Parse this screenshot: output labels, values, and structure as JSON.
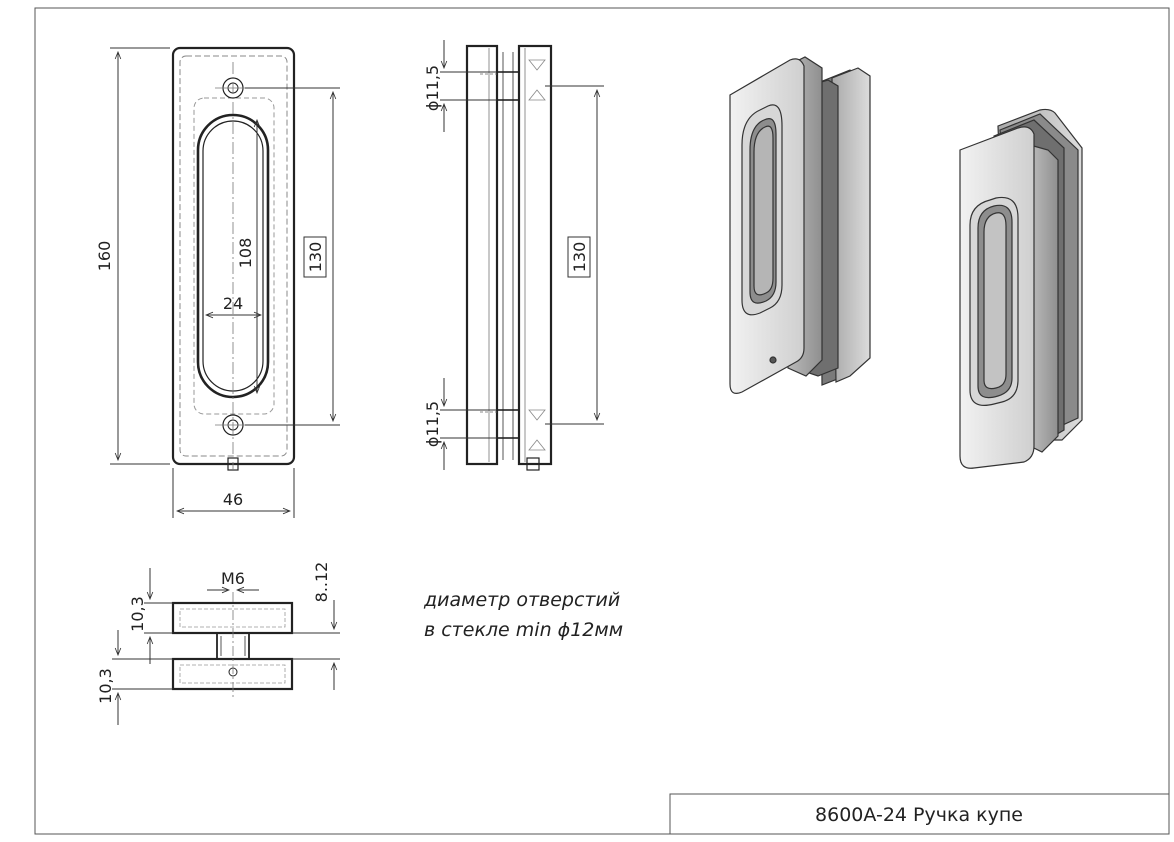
{
  "drawing": {
    "front_view": {
      "height_dim": "160",
      "width_dim": "46",
      "slot_length_dim": "108",
      "slot_width_dim": "24",
      "hole_spacing_dim": "130"
    },
    "side_view": {
      "hole_dia_top": "ϕ11,5",
      "hole_dia_bottom": "ϕ11,5",
      "hole_spacing_dim": "130"
    },
    "bottom_view": {
      "thread_label": "M6",
      "thickness_top": "10,3",
      "thickness_bottom": "10,3",
      "glass_range": "8..12"
    },
    "note": {
      "line1": "диаметр отверстий",
      "line2": "в стекле min ϕ12мм"
    },
    "title_block": {
      "title": "8600A-24 Ручка купе"
    },
    "colors": {
      "line": "#222222",
      "thin_line": "#555555",
      "gasket": "#6f6f6f",
      "metal_light": "#e6e6e6",
      "metal_mid": "#c8c8c8",
      "metal_dark": "#9a9a9a"
    }
  }
}
